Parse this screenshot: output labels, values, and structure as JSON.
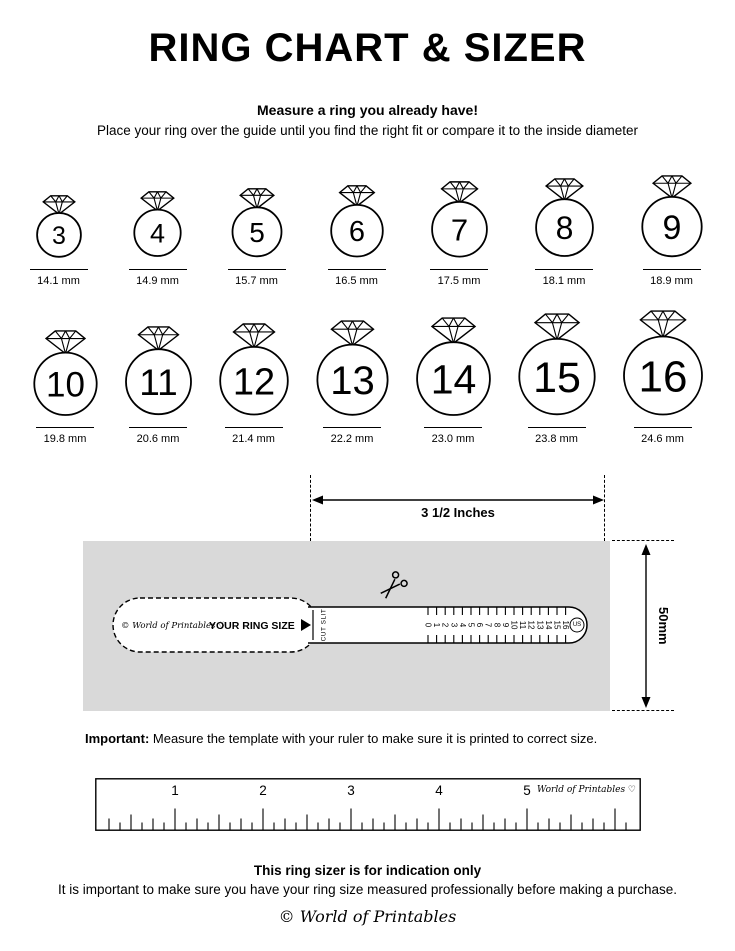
{
  "page": {
    "title": "RING CHART & SIZER",
    "subtitle": "Measure a ring you already have!",
    "instruction": "Place your ring over the guide until you find the right fit or compare it to the inside diameter"
  },
  "ring_chart": {
    "rows": [
      {
        "rings": [
          {
            "size": "3",
            "diameter": "14.1 mm"
          },
          {
            "size": "4",
            "diameter": "14.9 mm"
          },
          {
            "size": "5",
            "diameter": "15.7 mm"
          },
          {
            "size": "6",
            "diameter": "16.5 mm"
          },
          {
            "size": "7",
            "diameter": "17.5 mm"
          },
          {
            "size": "8",
            "diameter": "18.1 mm"
          },
          {
            "size": "9",
            "diameter": "18.9 mm"
          }
        ]
      },
      {
        "rings": [
          {
            "size": "10",
            "diameter": "19.8 mm"
          },
          {
            "size": "11",
            "diameter": "20.6 mm"
          },
          {
            "size": "12",
            "diameter": "21.4 mm"
          },
          {
            "size": "13",
            "diameter": "22.2 mm"
          },
          {
            "size": "14",
            "diameter": "23.0 mm"
          },
          {
            "size": "15",
            "diameter": "23.8 mm"
          },
          {
            "size": "16",
            "diameter": "24.6 mm"
          }
        ]
      }
    ]
  },
  "sizer": {
    "width_label": "3 1/2 Inches",
    "height_label": "50mm",
    "brand": "© World of Printables ♡",
    "your_ring_size": "YOUR RING SIZE",
    "cut_slit": "CUT SLIT",
    "scale_numbers": [
      "0",
      "1",
      "2",
      "3",
      "4",
      "5",
      "6",
      "7",
      "8",
      "9",
      "10",
      "11",
      "12",
      "13",
      "14",
      "15",
      "16"
    ],
    "us_label": "US"
  },
  "important": {
    "label": "Important:",
    "text": " Measure the template with your ruler to make sure it is printed to correct size."
  },
  "ruler": {
    "numbers": [
      "1",
      "2",
      "3",
      "4",
      "5"
    ],
    "brand": "World of Printables ♡"
  },
  "footer": {
    "bold_line": "This ring sizer is for indication only",
    "text_line": "It is important to make sure you have your ring size measured professionally before making a purchase.",
    "brand": "© World of Printables"
  }
}
